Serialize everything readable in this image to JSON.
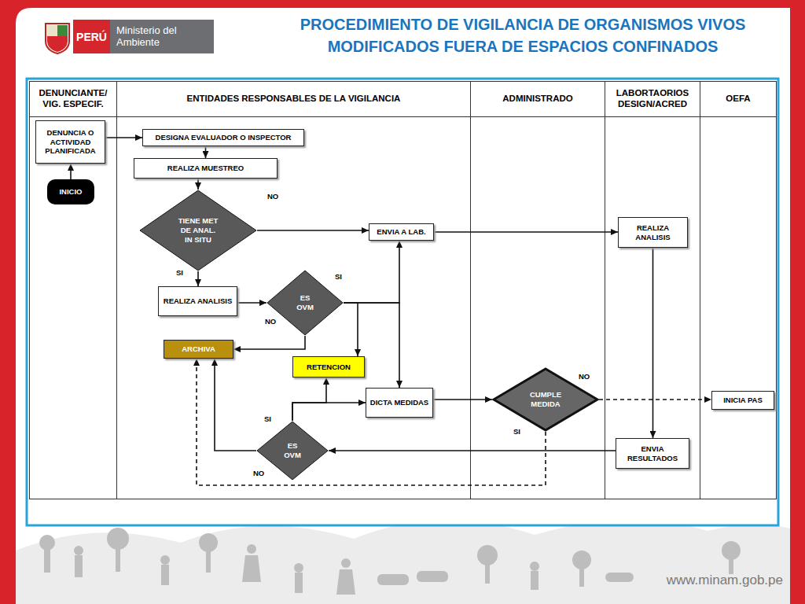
{
  "diagram": {
    "title": "PROCEDIMIENTO DE VIGILANCIA DE ORGANISMOS VIVOS MODIFICADOS FUERA DE ESPACIOS CONFINADOS",
    "nodes": [
      {
        "text": [
          "DENUNCIA O ACTIVIDAD PLANIFICADA"
        ]
      },
      {
        "text": [
          "INICIO"
        ]
      },
      {
        "text": [
          "DESIGNA EVALUADOR O INSPECTOR"
        ]
      },
      {
        "text": [
          "REALIZA MUESTREO"
        ]
      },
      {
        "text": [
          "TIENE MET DE ANAL. IN SITU"
        ]
      },
      {
        "text": [
          "ENVIA A LAB."
        ]
      },
      {
        "text": [
          "REALIZA ANALISIS"
        ]
      },
      {
        "text": [
          "REALIZA ANALISIS"
        ]
      },
      {
        "text": [
          "ES OVM"
        ]
      },
      {
        "text": [
          "ARCHIVA"
        ]
      },
      {
        "text": [
          "RETENCION"
        ]
      },
      {
        "text": [
          "DICTA MEDIDAS"
        ]
      },
      {
        "text": [
          "CUMPLE MEDIDA"
        ]
      },
      {
        "text": [
          "INICIA PAS"
        ]
      },
      {
        "text": [
          "ES OVM"
        ]
      },
      {
        "text": [
          "ENVIA RESULTADOS"
        ]
      }
    ],
    "edges": [
      {
        "from": 1,
        "to": 0,
        "arrow": "to"
      },
      {
        "from": 0,
        "to": 2,
        "arrow": "to"
      },
      {
        "from": 2,
        "to": 3,
        "arrow": "to"
      },
      {
        "from": 3,
        "to": 4,
        "arrow": "to"
      },
      {
        "from": 4,
        "to": 5,
        "label": "NO",
        "arrow": "to"
      },
      {
        "from": 5,
        "to": 6,
        "arrow": "to"
      },
      {
        "from": 4,
        "to": 7,
        "label": "SI",
        "arrow": "to"
      },
      {
        "from": 7,
        "to": 8,
        "arrow": "to"
      },
      {
        "from": 8,
        "to": 9,
        "label": "NO",
        "arrow": "to"
      },
      {
        "from": 8,
        "to": 10,
        "label": "SI",
        "arrow": "to"
      },
      {
        "from": 8,
        "to": 5,
        "arrow": "to"
      },
      {
        "from": 8,
        "to": 11,
        "arrow": "to"
      },
      {
        "from": 6,
        "to": 15,
        "arrow": "to"
      },
      {
        "from": 15,
        "to": 14,
        "arrow": "to"
      },
      {
        "from": 14,
        "to": 9,
        "label": "NO",
        "arrow": "to"
      },
      {
        "from": 14,
        "to": 11,
        "label": "SI",
        "arrow": "to"
      },
      {
        "from": 14,
        "to": 10,
        "arrow": "to"
      },
      {
        "from": 11,
        "to": 12,
        "arrow": "to"
      },
      {
        "from": 12,
        "to": 13,
        "label": "NO",
        "arrow": "to"
      },
      {
        "from": 12,
        "to": 9,
        "label": "SI",
        "arrow": "to"
      }
    ],
    "labels": [
      "PERÚ",
      "Ministerio del Ambiente",
      "DENUNCIANTE/ VIG. ESPECIF.",
      "ENTIDADES RESPONSABLES DE LA VIGILANCIA",
      "ADMINISTRADO",
      "LABORTAORIOS DESIGN/ACRED",
      "OEFA",
      "www.minam.gob.pe"
    ]
  }
}
